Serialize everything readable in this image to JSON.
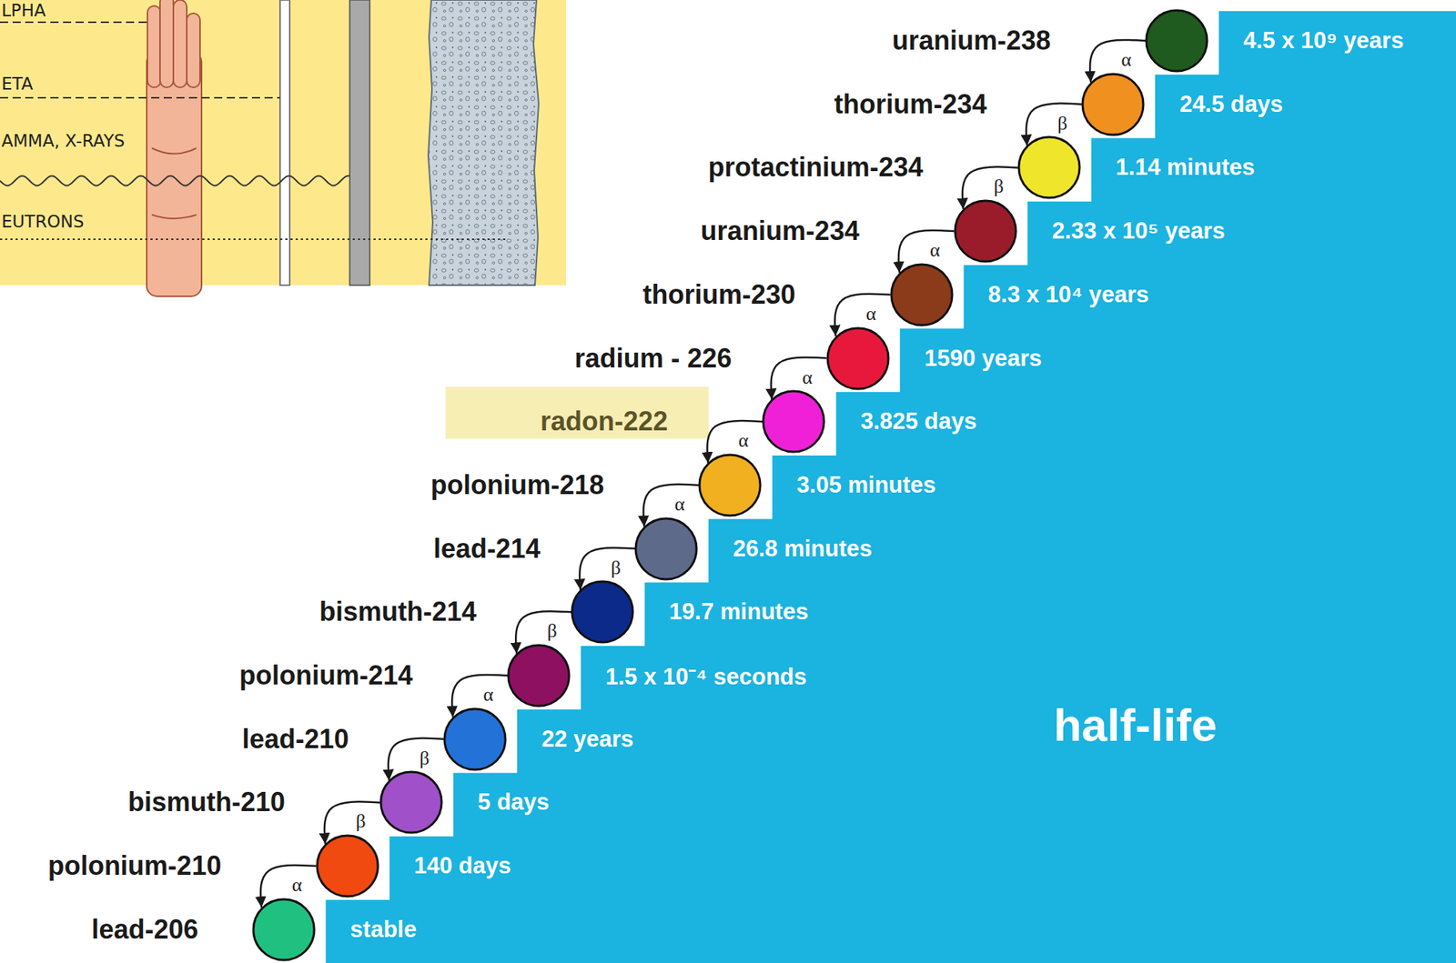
{
  "diagram": {
    "nodes": [
      {
        "text": [
          "uranium-238",
          "4.5 x 10⁹ years"
        ]
      },
      {
        "text": [
          "thorium-234",
          "24.5 days"
        ]
      },
      {
        "text": [
          "protactinium-234",
          "1.14 minutes"
        ]
      },
      {
        "text": [
          "uranium-234",
          "2.33 x 10⁵ years"
        ]
      },
      {
        "text": [
          "thorium-230",
          "8.3 x 10⁴ years"
        ]
      },
      {
        "text": [
          "radium - 226",
          "1590 years"
        ]
      },
      {
        "text": [
          "radon-222",
          "3.825 days"
        ]
      },
      {
        "text": [
          "polonium-218",
          "3.05 minutes"
        ]
      },
      {
        "text": [
          "lead-214",
          "26.8 minutes"
        ]
      },
      {
        "text": [
          "bismuth-214",
          "19.7 minutes"
        ]
      },
      {
        "text": [
          "polonium-214",
          "1.5 x 10⁻⁴ seconds"
        ]
      },
      {
        "text": [
          "lead-210",
          "22 years"
        ]
      },
      {
        "text": [
          "bismuth-210",
          "5 days"
        ]
      },
      {
        "text": [
          "polonium-210",
          "140 days"
        ]
      },
      {
        "text": [
          "lead-206",
          "stable"
        ]
      }
    ],
    "edges": [
      {
        "from": 0,
        "to": 1,
        "arrow": "to",
        "label": "α"
      },
      {
        "from": 1,
        "to": 2,
        "arrow": "to",
        "label": "β"
      },
      {
        "from": 2,
        "to": 3,
        "arrow": "to",
        "label": "β"
      },
      {
        "from": 3,
        "to": 4,
        "arrow": "to",
        "label": "α"
      },
      {
        "from": 4,
        "to": 5,
        "arrow": "to",
        "label": "α"
      },
      {
        "from": 5,
        "to": 6,
        "arrow": "to",
        "label": "α"
      },
      {
        "from": 6,
        "to": 7,
        "arrow": "to",
        "label": "α"
      },
      {
        "from": 7,
        "to": 8,
        "arrow": "to",
        "label": "α"
      },
      {
        "from": 8,
        "to": 9,
        "arrow": "to",
        "label": "β"
      },
      {
        "from": 9,
        "to": 10,
        "arrow": "to",
        "label": "β"
      },
      {
        "from": 10,
        "to": 11,
        "arrow": "to",
        "label": "α"
      },
      {
        "from": 11,
        "to": 12,
        "arrow": "to",
        "label": "β"
      },
      {
        "from": 12,
        "to": 13,
        "arrow": "to",
        "label": "β"
      },
      {
        "from": 13,
        "to": 14,
        "arrow": "to",
        "label": "α"
      }
    ],
    "labels": [
      "LPHA",
      "ETA",
      "AMMA, X-RAYS",
      "EUTRONS",
      "half-life"
    ]
  }
}
